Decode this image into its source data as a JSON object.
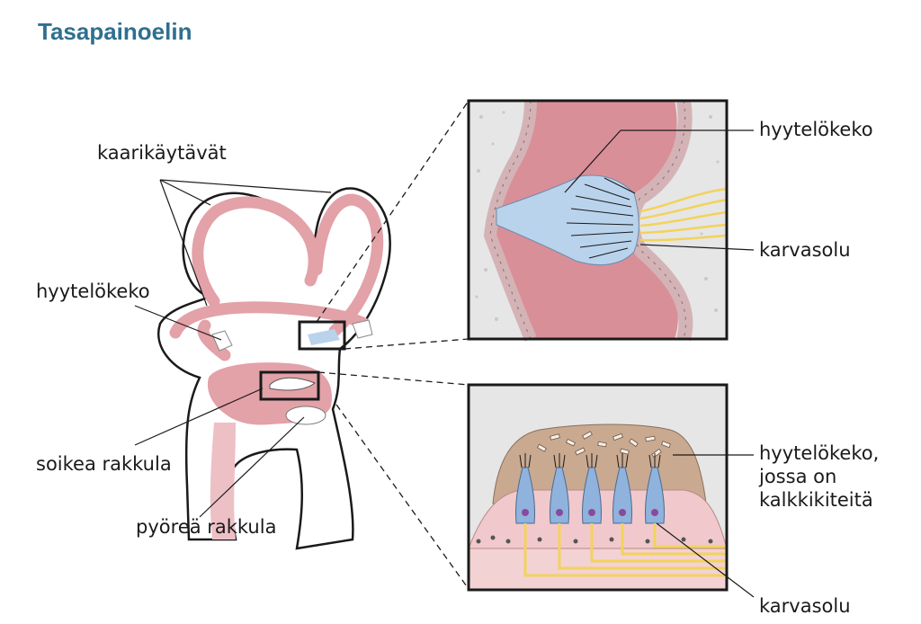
{
  "title": "Tasapainoelin",
  "labels": {
    "kaarikaytavat": "kaarikäytävät",
    "hyytelokeko_left": "hyytelökeko",
    "soikea_rakkula": "soikea rakkula",
    "pyorea_rakkula": "pyöreä rakkula",
    "hyytelokeko_top": "hyytelökeko",
    "karvasolu_top": "karvasolu",
    "hyytelokeko_bottom_1": "hyytelökeko,",
    "hyytelokeko_bottom_2": "jossa on",
    "hyytelokeko_bottom_3": "kalkkikiteitä",
    "karvasolu_bottom": "karvasolu"
  },
  "colors": {
    "title": "#2f6f8f",
    "tissue_pink": "#e3a1a8",
    "fluid_pink": "#d98f98",
    "cupula_blue": "#b9d3ec",
    "nerve_yellow": "#f2d35a",
    "otolith_brown": "#c9a990",
    "background_grey": "#e6e6e6"
  }
}
